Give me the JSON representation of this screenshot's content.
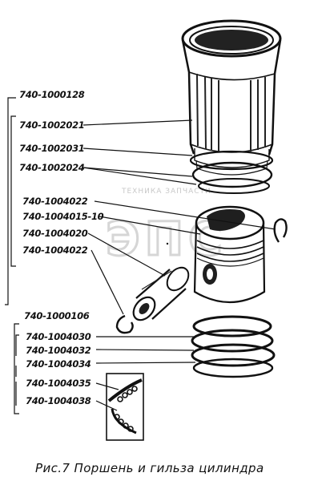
{
  "caption": "Рис.7 Поршень и гильза цилиндра",
  "watermark": {
    "text": "ТЕХНИКА ЗАПЧАСТИ",
    "logo": "ЭПС"
  },
  "labels": [
    "740-1000128",
    "740-1002021",
    "740-1002031",
    "740-1002024",
    "740-1004022",
    "740-1004015-10",
    "740-1004020",
    "740-1004022",
    "740-1000106",
    "740-1004030",
    "740-1004032",
    "740-1004034",
    "740-1004035",
    "740-1004038"
  ]
}
